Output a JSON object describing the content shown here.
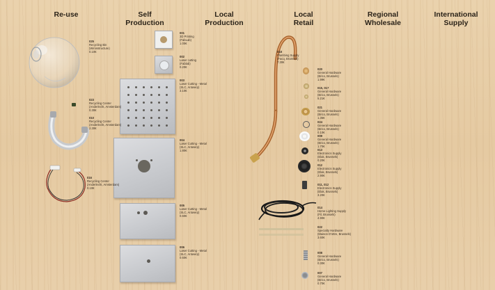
{
  "columns": [
    {
      "line1": "Re-use",
      "line2": ""
    },
    {
      "line1": "Self",
      "line2": "Production"
    },
    {
      "line1": "Local",
      "line2": "Production"
    },
    {
      "line1": "Local",
      "line2": "Retail"
    },
    {
      "line1": "Regional",
      "line2": "Wholesale"
    },
    {
      "line1": "International",
      "line2": "Supply"
    }
  ],
  "labels": {
    "l025": {
      "num": "025",
      "l1": "Recycling Bin",
      "l2": "(Wirosstructure)",
      "price": "0.10€"
    },
    "l023": {
      "num": "023",
      "l1": "Recycling Center",
      "l2": "(Anderlecht, Amsterdam)",
      "price": "0.30€"
    },
    "l010": {
      "num": "010",
      "l1": "Recycling Center",
      "l2": "(Anderlecht, Amsterdam)",
      "price": "2.30€"
    },
    "l016": {
      "num": "016",
      "l1": "Recycling Center",
      "l2": "(Anderlecht, Amsterdam)",
      "price": "0.10€"
    },
    "l001": {
      "num": "001",
      "l1": "3D Printing",
      "l2": "(FabLab)",
      "price": "1.00€"
    },
    "l002": {
      "num": "002",
      "l1": "Laser cutting",
      "l2": "(Fablab)",
      "price": "0.20€"
    },
    "l003": {
      "num": "003",
      "l1": "Laser Cutting - Metal",
      "l2": "(SLC, Antwerp)",
      "price": "3.10€"
    },
    "l004": {
      "num": "004",
      "l1": "Laser Cutting - Metal",
      "l2": "(SLC, Antwerp)",
      "price": "1.80€"
    },
    "l005": {
      "num": "005",
      "l1": "Laser Cutting - Metal",
      "l2": "(SLC, Antwerp)",
      "price": "0.60€"
    },
    "l006": {
      "num": "006",
      "l1": "Laser Cutting - Metal",
      "l2": "(SLC, Antwerp)",
      "price": "0.60€"
    },
    "l018": {
      "num": "018",
      "l1": "Plumbing Supply",
      "l2": "(Facq, Brussels)",
      "price": "7.30€"
    },
    "l020": {
      "num": "020",
      "l1": "General Hardware",
      "l2": "(Brico, Brussels)",
      "price": "1.99€"
    },
    "l015": {
      "num": "015, 017",
      "l1": "General Hardware",
      "l2": "(Brico, Brussels)",
      "price": "5.21€"
    },
    "l021": {
      "num": "021",
      "l1": "General Hardware",
      "l2": "(Brico, Brussels)",
      "price": "1.35€"
    },
    "l024": {
      "num": "024",
      "l1": "General Hardware",
      "l2": "(Brico, Brussels)",
      "price": "0.10€"
    },
    "l009": {
      "num": "009",
      "l1": "General Hardware",
      "l2": "(Brico, Brussels)",
      "price": "1.70€"
    },
    "l013": {
      "num": "013",
      "l1": "Electronics Supply",
      "l2": "(Elak, Brussels)",
      "price": "0.20€"
    },
    "l012": {
      "num": "012",
      "l1": "Electronics Supply",
      "l2": "(Elak, Brussels)",
      "price": "2.90€"
    },
    "l011": {
      "num": "011, 012",
      "l1": "Electronics Supply",
      "l2": "(Elak, Brussels)",
      "price": "3.20€"
    },
    "l014": {
      "num": "014",
      "l1": "Home Lighting Supply",
      "l2": "(Fil, Brussels)",
      "price": "4.90€"
    },
    "l022": {
      "num": "022",
      "l1": "Specialty Hardware",
      "l2": "(Maison D'ottre, Brussels)",
      "price": "3.60€"
    },
    "l008": {
      "num": "008",
      "l1": "General Hardware",
      "l2": "(Brico, Brussels)",
      "price": "0.30€"
    },
    "l007": {
      "num": "007",
      "l1": "General Hardware",
      "l2": "(Brico, Brussels)",
      "price": "0.70€"
    }
  },
  "icons": {
    "glass": "glass-globe-icon",
    "pipe": "copper-pipe-icon",
    "cable": "fabric-cable-icon"
  },
  "colors": {
    "wood": "#e6cda6",
    "metal": "#c9cbcf",
    "copper": "#c47a3a",
    "brass": "#c9a24d",
    "text": "#2b2319"
  }
}
